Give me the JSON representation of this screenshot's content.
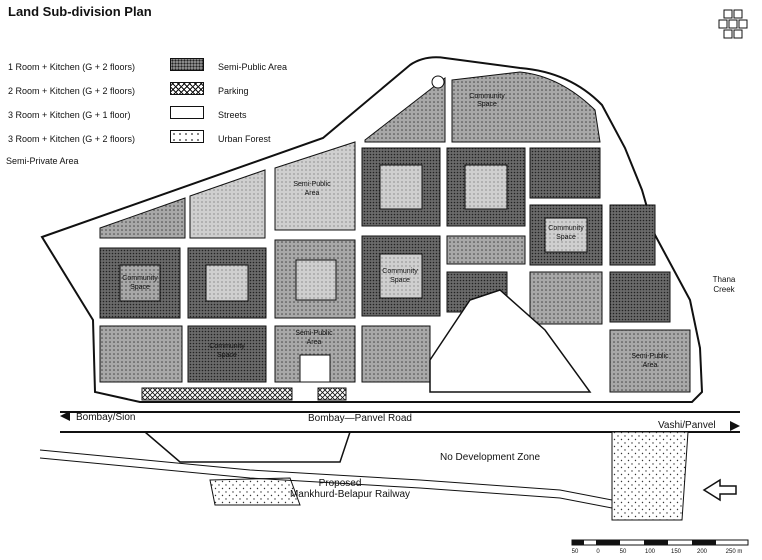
{
  "title": "Land Sub-division Plan",
  "legend": {
    "left": [
      "1 Room + Kitchen (G + 2 floors)",
      "2 Room + Kitchen (G + 2 floors)",
      "3 Room + Kitchen (G + 1 floor)",
      "3 Room + Kitchen (G + 2 floors)"
    ],
    "right": [
      "Semi-Public Area",
      "Parking",
      "Streets",
      "Urban Forest"
    ],
    "semi_private": "Semi-Private Area"
  },
  "labels": {
    "community_top": [
      "Community",
      "Space"
    ],
    "semi_public_1": [
      "Semi-Public",
      "Area"
    ],
    "community_left": [
      "Community",
      "Space"
    ],
    "community_mid": [
      "Community",
      "Space"
    ],
    "community_right": [
      "Community",
      "Space"
    ],
    "community_bottom": [
      "Community",
      "Space"
    ],
    "semi_public_2": [
      "Semi-Public",
      "Area"
    ],
    "semi_public_3": [
      "Semi-Public",
      "Area"
    ],
    "thana_creek": [
      "Thana",
      "Creek"
    ],
    "bombay_sion": "Bombay/Sion",
    "road": "Bombay—Panvel Road",
    "vashi_panvel": "Vashi/Panvel",
    "no_dev": "No Development Zone",
    "railway": [
      "Proposed",
      "Mankhurd-Belapur Railway"
    ]
  },
  "scale": {
    "ticks": [
      "50",
      "0",
      "50",
      "100",
      "150",
      "200",
      "250 m"
    ]
  }
}
